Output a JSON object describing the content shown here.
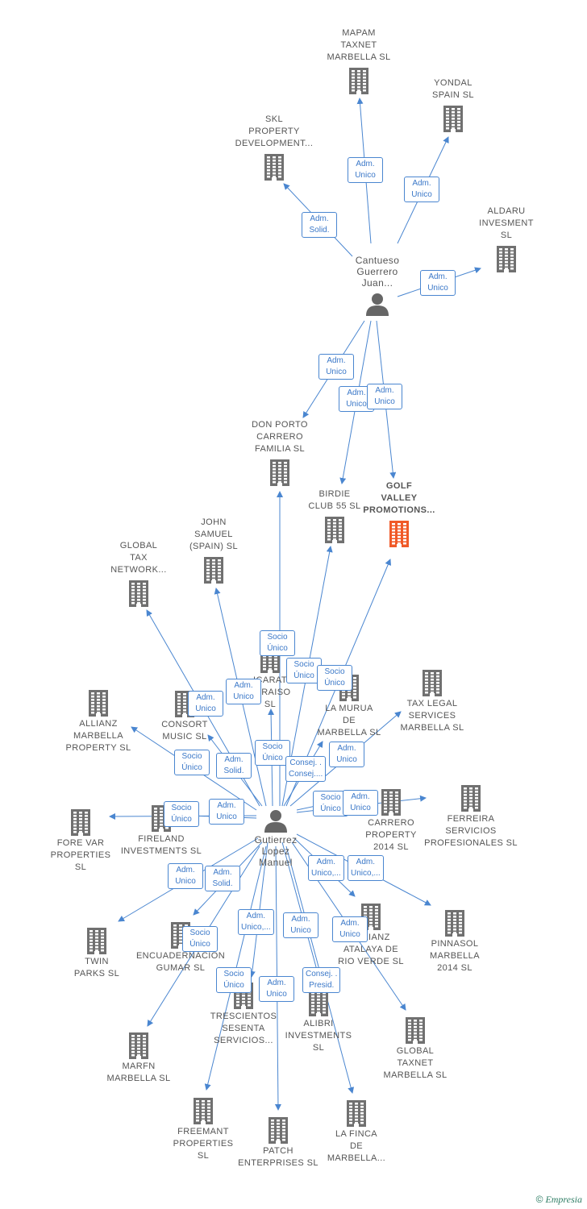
{
  "colors": {
    "edge": "#4a86d0",
    "building": "#707070",
    "highlight": "#f05a28",
    "person": "#666666"
  },
  "persons": [
    {
      "id": "p1",
      "label": [
        "Cantueso",
        "Guerrero",
        "Juan..."
      ]
    },
    {
      "id": "p2",
      "label": [
        "Gutierrez",
        "Lopez",
        "Manuel"
      ]
    }
  ],
  "companies": [
    {
      "id": "mapam",
      "label": [
        "MAPAM",
        "TAXNET",
        "MARBELLA  SL"
      ]
    },
    {
      "id": "yondal",
      "label": [
        "YONDAL",
        "SPAIN SL"
      ]
    },
    {
      "id": "skl",
      "label": [
        "SKL",
        "PROPERTY",
        "DEVELOPMENT..."
      ]
    },
    {
      "id": "aldaru",
      "label": [
        "ALDARU",
        "INVESMENT",
        "SL"
      ]
    },
    {
      "id": "donporto",
      "label": [
        "DON PORTO",
        "CARRERO",
        "FAMILIA  SL"
      ]
    },
    {
      "id": "birdie",
      "label": [
        "BIRDIE",
        "CLUB 55 SL"
      ]
    },
    {
      "id": "golf",
      "label": [
        "GOLF",
        "VALLEY",
        "PROMOTIONS..."
      ],
      "highlight": true
    },
    {
      "id": "john",
      "label": [
        "JOHN",
        "SAMUEL",
        "(SPAIN)  SL"
      ]
    },
    {
      "id": "globaltax",
      "label": [
        "GLOBAL",
        "TAX",
        "NETWORK..."
      ]
    },
    {
      "id": "icarat",
      "label": [
        "ICARAT",
        "PARAISO",
        "SL"
      ]
    },
    {
      "id": "lamurua",
      "label": [
        "LA MURUA",
        "DE",
        "MARBELLA  SL"
      ]
    },
    {
      "id": "taxlegal",
      "label": [
        "TAX LEGAL",
        "SERVICES",
        "MARBELLA SL"
      ]
    },
    {
      "id": "allianzmar",
      "label": [
        "ALLIANZ",
        "MARBELLA",
        "PROPERTY  SL"
      ]
    },
    {
      "id": "consort",
      "label": [
        "CONSORT",
        "MUSIC SL"
      ]
    },
    {
      "id": "forevar",
      "label": [
        "FORE VAR",
        "PROPERTIES",
        "SL"
      ]
    },
    {
      "id": "fireland",
      "label": [
        "FIRELAND",
        "INVESTMENTS SL"
      ]
    },
    {
      "id": "carrero",
      "label": [
        "CARRERO",
        "PROPERTY",
        "2014  SL"
      ]
    },
    {
      "id": "ferreira",
      "label": [
        "FERREIRA",
        "SERVICIOS",
        "PROFESIONALES SL"
      ]
    },
    {
      "id": "twin",
      "label": [
        "TWIN",
        "PARKS SL"
      ]
    },
    {
      "id": "encuad",
      "label": [
        "ENCUADERNACION",
        "GUMAR  SL"
      ]
    },
    {
      "id": "allianzatl",
      "label": [
        "ALLIANZ",
        "ATALAYA DE",
        "RIO VERDE  SL"
      ]
    },
    {
      "id": "pinnasol",
      "label": [
        "PINNASOL",
        "MARBELLA",
        "2014  SL"
      ]
    },
    {
      "id": "trescientos",
      "label": [
        "TRESCIENTOS",
        "SESENTA",
        "SERVICIOS..."
      ]
    },
    {
      "id": "alibri",
      "label": [
        "ALIBRI",
        "INVESTMENTS",
        "SL"
      ]
    },
    {
      "id": "globaltaxnet",
      "label": [
        "GLOBAL",
        "TAXNET",
        "MARBELLA SL"
      ]
    },
    {
      "id": "marfn",
      "label": [
        "MARFN",
        "MARBELLA  SL"
      ]
    },
    {
      "id": "freemant",
      "label": [
        "FREEMANT",
        "PROPERTIES",
        "SL"
      ]
    },
    {
      "id": "patch",
      "label": [
        "PATCH",
        "ENTERPRISES SL"
      ]
    },
    {
      "id": "lafinca",
      "label": [
        "LA FINCA",
        "DE",
        "MARBELLA..."
      ]
    }
  ],
  "edges": [
    {
      "from": "p1",
      "to": "mapam",
      "label": [
        "Adm.",
        "Unico"
      ]
    },
    {
      "from": "p1",
      "to": "yondal",
      "label": [
        "Adm.",
        "Unico"
      ]
    },
    {
      "from": "p1",
      "to": "skl",
      "label": [
        "Adm.",
        "Solid."
      ]
    },
    {
      "from": "p1",
      "to": "aldaru",
      "label": [
        "Adm.",
        "Unico"
      ]
    },
    {
      "from": "p1",
      "to": "donporto",
      "label": [
        "Adm.",
        "Unico"
      ]
    },
    {
      "from": "p1",
      "to": "birdie",
      "label": [
        "Adm.",
        "Unico"
      ]
    },
    {
      "from": "p1",
      "to": "golf",
      "label": [
        "Adm.",
        "Unico"
      ]
    },
    {
      "from": "p2",
      "to": "donporto",
      "label": [
        "Socio",
        "Único"
      ]
    },
    {
      "from": "p2",
      "to": "birdie",
      "label": [
        "Socio",
        "Único"
      ]
    },
    {
      "from": "p2",
      "to": "golf",
      "label": [
        "Socio",
        "Único"
      ]
    },
    {
      "from": "p2",
      "to": "john",
      "label": [
        "Adm.",
        "Unico"
      ]
    },
    {
      "from": "p2",
      "to": "globaltax",
      "label": [
        "Adm.",
        "Unico"
      ]
    },
    {
      "from": "p2",
      "to": "icarat",
      "label": [
        "Socio",
        "Único"
      ]
    },
    {
      "from": "p2",
      "to": "lamurua",
      "label": [
        "Consej. .",
        "Consej...."
      ]
    },
    {
      "from": "p2",
      "to": "taxlegal",
      "label": [
        "Adm.",
        "Unico"
      ]
    },
    {
      "from": "p2",
      "to": "allianzmar",
      "label": [
        "Socio",
        "Único"
      ]
    },
    {
      "from": "p2",
      "to": "consort",
      "label": [
        "Adm.",
        "Solid."
      ]
    },
    {
      "from": "p2",
      "to": "forevar",
      "label": [
        "Socio",
        "Único"
      ]
    },
    {
      "from": "p2",
      "to": "fireland",
      "label": [
        "Adm.",
        "Unico"
      ]
    },
    {
      "from": "p2",
      "to": "carrero",
      "label": [
        "Socio",
        "Único"
      ]
    },
    {
      "from": "p2",
      "to": "ferreira",
      "label": [
        "Adm.",
        "Unico"
      ]
    },
    {
      "from": "p2",
      "to": "twin",
      "label": [
        "Adm.",
        "Unico"
      ]
    },
    {
      "from": "p2",
      "to": "encuad",
      "label": [
        "Adm.",
        "Solid."
      ]
    },
    {
      "from": "p2",
      "to": "allianzatl",
      "label": [
        "Adm.",
        "Unico,..."
      ]
    },
    {
      "from": "p2",
      "to": "pinnasol",
      "label": [
        "Adm.",
        "Unico,..."
      ]
    },
    {
      "from": "p2",
      "to": "trescientos",
      "label": [
        "Adm.",
        "Unico,..."
      ]
    },
    {
      "from": "p2",
      "to": "alibri",
      "label": [
        "Adm.",
        "Unico"
      ]
    },
    {
      "from": "p2",
      "to": "globaltaxnet",
      "label": [
        "Adm.",
        "Unico"
      ]
    },
    {
      "from": "p2",
      "to": "marfn",
      "label": [
        "Socio",
        "Único"
      ]
    },
    {
      "from": "p2",
      "to": "freemant",
      "label": [
        "Socio",
        "Único"
      ]
    },
    {
      "from": "p2",
      "to": "patch",
      "label": [
        "Adm.",
        "Unico"
      ]
    },
    {
      "from": "p2",
      "to": "lafinca",
      "label": [
        "Consej. .",
        "Presid."
      ]
    }
  ],
  "copyright": {
    "symbol": "©",
    "brand": "Empresia"
  }
}
